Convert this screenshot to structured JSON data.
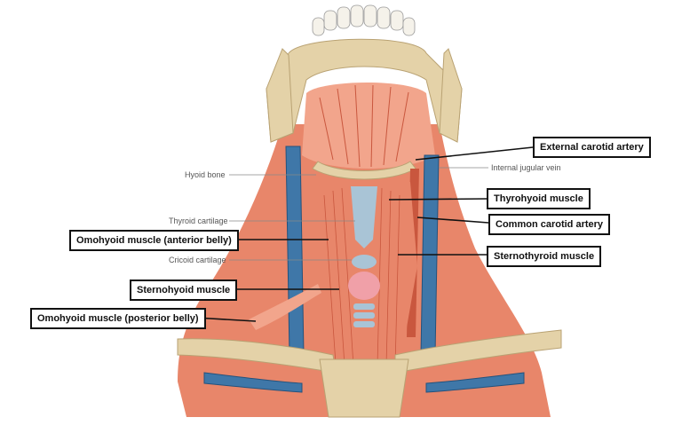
{
  "figure": {
    "boxed_labels": [
      {
        "id": "external-carotid-artery",
        "text": "External carotid artery"
      },
      {
        "id": "thyrohyoid-muscle",
        "text": "Thyrohyoid muscle"
      },
      {
        "id": "common-carotid-artery",
        "text": "Common carotid artery"
      },
      {
        "id": "omohyoid-anterior",
        "text": "Omohyoid muscle (anterior belly)"
      },
      {
        "id": "sternothyroid-muscle",
        "text": "Sternothyroid muscle"
      },
      {
        "id": "sternohyoid-muscle",
        "text": "Sternohyoid muscle"
      },
      {
        "id": "omohyoid-posterior",
        "text": "Omohyoid muscle (posterior belly)"
      }
    ],
    "plain_labels": [
      {
        "id": "hyoid-bone",
        "text": "Hyoid bone"
      },
      {
        "id": "internal-jugular-vein",
        "text": "Internal jugular vein"
      },
      {
        "id": "thyroid-cartilage",
        "text": "Thyroid cartilage"
      },
      {
        "id": "cricoid-cartilage",
        "text": "Cricoid cartilage"
      }
    ]
  },
  "colors": {
    "muscle": "#e8866a",
    "muscle_dark": "#c9573e",
    "muscle_light": "#f2a58c",
    "bone": "#e4d2a8",
    "bone_dark": "#b9a273",
    "vein": "#3f77a8",
    "vein_dark": "#24527c",
    "cartilage": "#a9c4d6",
    "gland": "#f0a0a8"
  }
}
